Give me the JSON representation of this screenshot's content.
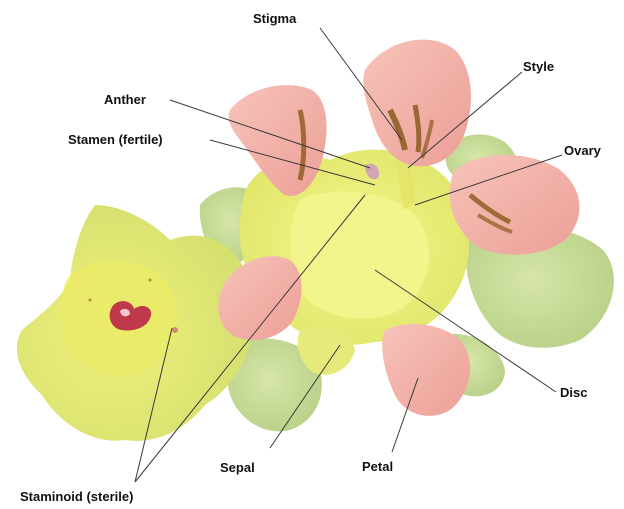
{
  "labels": {
    "stigma": "Stigma",
    "style": "Style",
    "anther": "Anther",
    "stamen_fertile": "Stamen (fertile)",
    "ovary": "Ovary",
    "disc": "Disc",
    "sepal": "Sepal",
    "petal": "Petal",
    "staminoid_sterile": "Staminoid (sterile)"
  },
  "colors": {
    "background": "#ffffff",
    "leader_line": "#3a3a3a",
    "label_text": "#111111",
    "petal_pink": "#f2b3ad",
    "petal_streak": "#8a5a1c",
    "sepal_green": "#c6d99a",
    "flower_yellow": "#eef27a",
    "staminoid_red": "#c0394a"
  }
}
